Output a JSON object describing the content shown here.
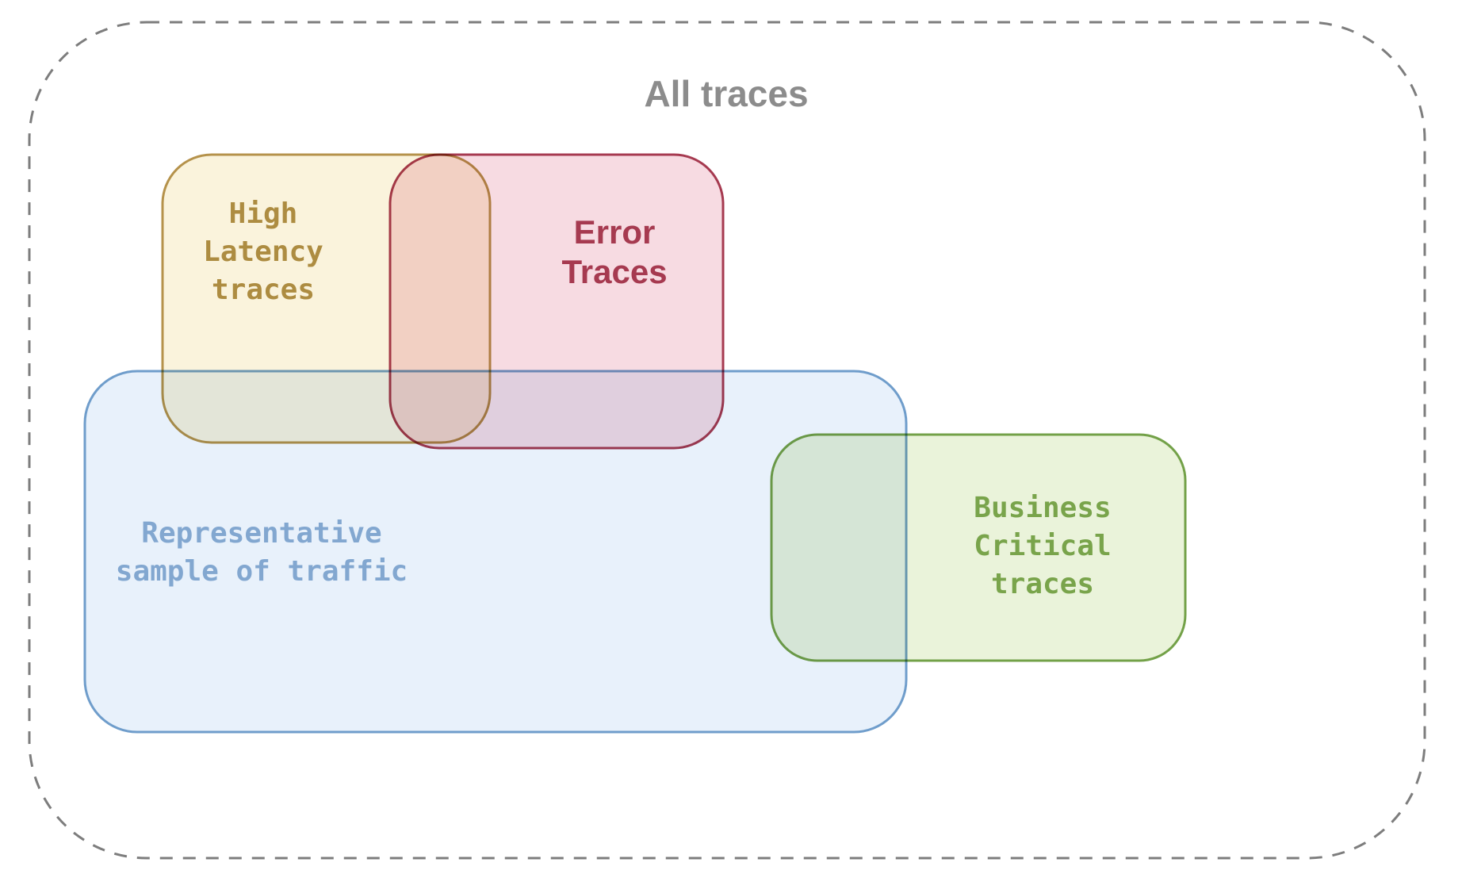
{
  "diagram": {
    "title": "All traces",
    "title_color": "#8c8c8c",
    "outer": {
      "stroke": "#7d7d7d"
    },
    "sets": [
      {
        "id": "high-latency",
        "label": "High\nLatency\ntraces",
        "fill": "#faf3dc",
        "stroke": "#b5924b",
        "text_color": "#ad8c41"
      },
      {
        "id": "error",
        "label": "Error\nTraces",
        "fill": "#f7dbe2",
        "stroke": "#a63a50",
        "text_color": "#a63a50"
      },
      {
        "id": "representative",
        "label": "Representative\nsample of traffic",
        "fill": "#e8f1fb",
        "stroke": "#6f9dcb",
        "text_color": "#82a7d0"
      },
      {
        "id": "business-critical",
        "label": "Business\nCritical\ntraces",
        "fill": "#eaf3da",
        "stroke": "#73a148",
        "text_color": "#79a44b"
      }
    ]
  }
}
